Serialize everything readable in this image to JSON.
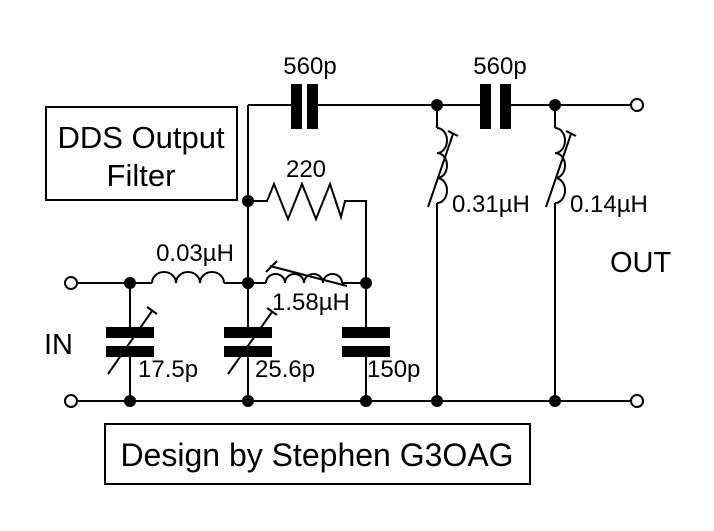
{
  "schematic": {
    "title_box": {
      "line1": "DDS Output",
      "line2": "Filter"
    },
    "credit_box": {
      "text": "Design by Stephen G3OAG"
    },
    "ports": {
      "in": "IN",
      "out": "OUT"
    },
    "components": {
      "series_cap_1": {
        "value": "560p"
      },
      "series_cap_2": {
        "value": "560p"
      },
      "resistor_1": {
        "value": "220"
      },
      "series_inductor_1": {
        "value": "0.03µH"
      },
      "variable_inductor_1": {
        "value": "1.58µH"
      },
      "shunt_cap_1": {
        "value": "17.5p"
      },
      "shunt_cap_2": {
        "value": "25.6p"
      },
      "shunt_cap_3": {
        "value": "150p"
      },
      "shunt_inductor_1": {
        "value": "0.31µH"
      },
      "shunt_inductor_2": {
        "value": "0.14µH"
      }
    },
    "colors": {
      "ink": "#000000",
      "background": "#ffffff"
    }
  }
}
